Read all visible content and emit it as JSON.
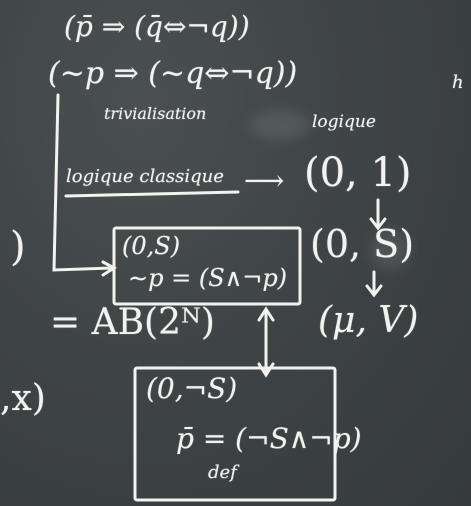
{
  "board": {
    "line1": "(p̄ ⇒ (q̄⇔¬q))",
    "line2": "(∼p ⇒ (∼q⇔¬q))",
    "trivialisation": "trivialisation",
    "logique_right": "logique",
    "logique_classique": "logique classique",
    "arrow_right": "⟶",
    "pair_01": "(0, 1)",
    "pair_0s": "(0, S)",
    "pair_mu_v": "(μ, V)",
    "left_paren": ")",
    "ab_expression": "= AB(2ᴺ)",
    "left_x": ",x)",
    "box1_line1": "(0,S)",
    "box1_line2": "∼p = (S∧¬p)",
    "box2_line1": "(0,¬S)",
    "box2_line2": "p̄ = (¬S∧¬p)",
    "box2_def": "def",
    "edge_fragment": "h"
  },
  "colors": {
    "board": "#3d4244",
    "chalk": "#f2f2ee"
  }
}
